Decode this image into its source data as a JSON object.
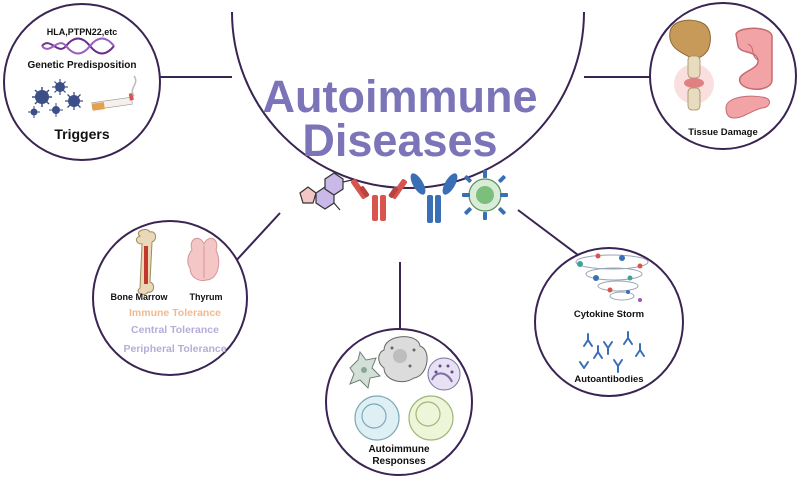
{
  "title": {
    "line1": "Autoimmune",
    "line2": "Diseases"
  },
  "triggers": {
    "genes": "HLA,PTPN22,etc",
    "genetic": "Genetic Predisposition",
    "heading": "Triggers"
  },
  "tissue": {
    "label": "Tissue Damage"
  },
  "tolerance": {
    "bone_marrow": "Bone Marrow",
    "thymus": "Thyrum",
    "immune": "Immune Tolerance",
    "central": "Central Tolerance",
    "peripheral": "Peripheral Tolerance"
  },
  "responses": {
    "line1": "Autoimmune",
    "line2": "Responses"
  },
  "cytokine": {
    "storm": "Cytokine Storm",
    "autoantibodies": "Autoantibodies"
  },
  "colors": {
    "title": "#7b74b8",
    "outline": "#3a2453",
    "immune_tolerance": "#f3b98e",
    "central_tolerance": "#b7acd9",
    "peripheral_tolerance": "#b7acd9",
    "virus": "#3c4f86",
    "dna": "#6a2d8a",
    "antibody_red": "#d9534f",
    "antibody_blue": "#3a6fb5"
  }
}
